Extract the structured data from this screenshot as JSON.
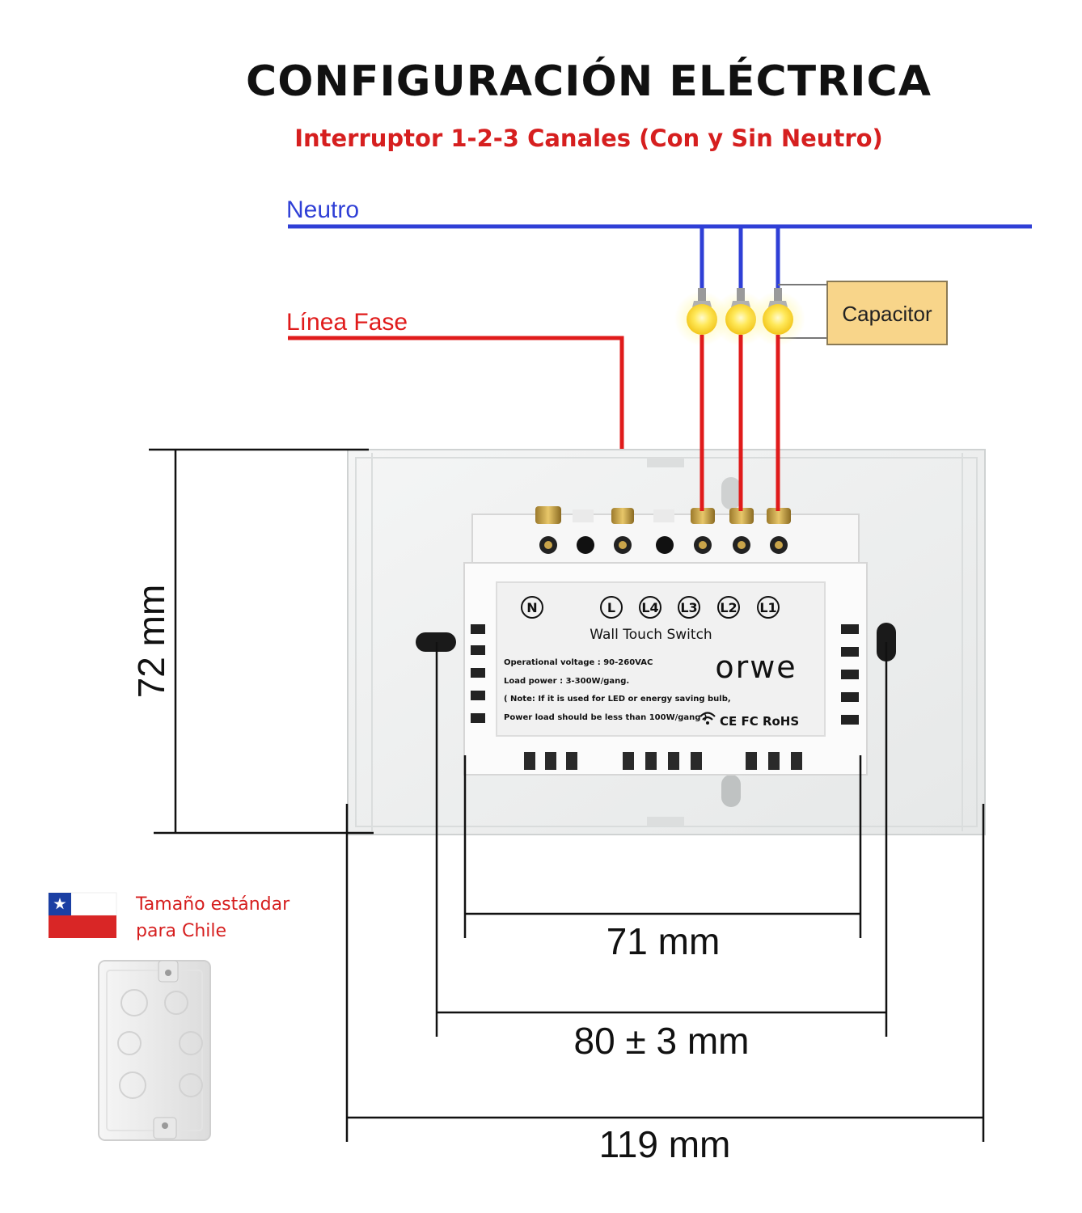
{
  "header": {
    "title": "CONFIGURACIÓN ELÉCTRICA",
    "subtitle": "Interruptor 1-2-3 Canales (Con y Sin Neutro)"
  },
  "wires": {
    "neutral_label": "Neutro",
    "phase_label": "Línea Fase",
    "neutral_color": "#2f3fd6",
    "phase_color": "#e01b1b"
  },
  "capacitor": {
    "label": "Capacitor",
    "fill": "#f8d58a"
  },
  "switch": {
    "terminals": [
      "N",
      "L",
      "L4",
      "L3",
      "L2",
      "L1"
    ],
    "panel_title": "Wall Touch Switch",
    "spec_lines": [
      "Operational voltage : 90-260VAC",
      "Load power : 3-300W/gang.",
      "( Note: If it is used for LED or energy saving bulb,",
      "Power load should be less than 100W/gang )"
    ],
    "brand": "orwe",
    "certifications": "CE FC RoHS"
  },
  "dimensions": {
    "height": "72 mm",
    "inner_width": "71 mm",
    "mount_width": "80 ± 3 mm",
    "total_width": "119 mm"
  },
  "chile": {
    "line1": "Tamaño estándar",
    "line2": "para Chile"
  }
}
